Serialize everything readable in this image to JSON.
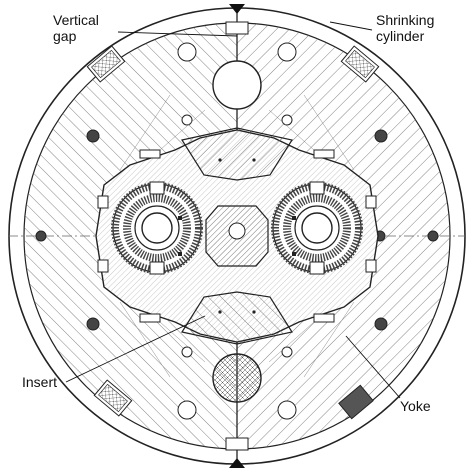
{
  "labels": {
    "vertical_gap_line1": "Vertical",
    "vertical_gap_line2": "gap",
    "shrinking_line1": "Shrinking",
    "shrinking_line2": "cylinder",
    "insert": "Insert",
    "yoke": "Yoke"
  }
}
